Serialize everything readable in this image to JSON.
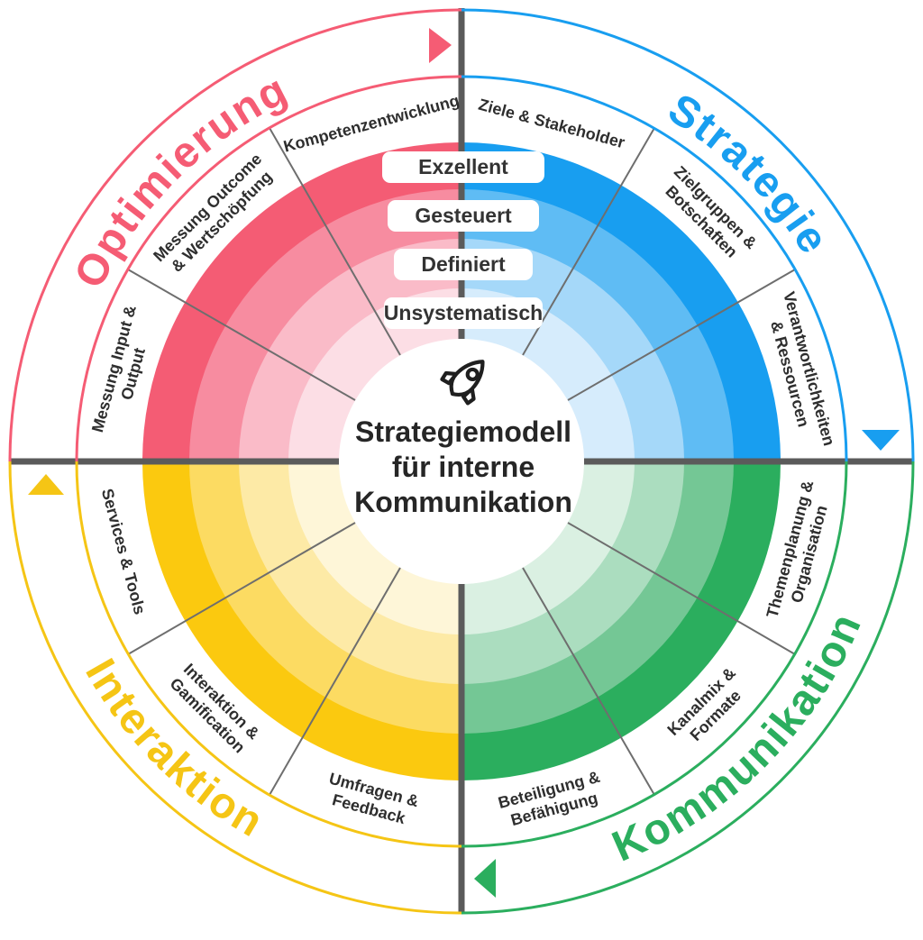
{
  "diagram": {
    "center": {
      "icon": "rocket-icon",
      "title_lines": [
        "Strategiemodell",
        "für interne",
        "Kommunikation"
      ]
    },
    "maturity_levels": [
      {
        "label": "Exzellent"
      },
      {
        "label": "Gesteuert"
      },
      {
        "label": "Definiert"
      },
      {
        "label": "Unsystematisch"
      }
    ],
    "flow_direction": "clockwise",
    "divider": {
      "axis_color": "#5b5b5b",
      "segment_color": "#6e6e6e"
    },
    "quadrants": [
      {
        "name": "Strategie",
        "color": "#189ef0",
        "ring_colors": [
          "#189ef0",
          "#5fbcf4",
          "#a5d8f9",
          "#d6ecfc"
        ],
        "segments": [
          {
            "lines": [
              "Ziele & Stakeholder",
              ""
            ]
          },
          {
            "lines": [
              "Zielgruppen &",
              "Botschaften"
            ]
          },
          {
            "lines": [
              "Verantwortlichkeiten",
              "& Ressourcen"
            ]
          }
        ]
      },
      {
        "name": "Kommunikation",
        "color": "#2bae5e",
        "ring_colors": [
          "#2bae5e",
          "#74c795",
          "#abddbf",
          "#daf0e2"
        ],
        "segments": [
          {
            "lines": [
              "Themenplanung &",
              "Organisation"
            ]
          },
          {
            "lines": [
              "Kanalmix &",
              "Formate"
            ]
          },
          {
            "lines": [
              "Beteiligung &",
              "Befähigung"
            ]
          }
        ]
      },
      {
        "name": "Interaktion",
        "color": "#f5c515",
        "ring_colors": [
          "#fbc90f",
          "#fcdb62",
          "#fdeaa6",
          "#fef6d8"
        ],
        "segments": [
          {
            "lines": [
              "Umfragen &",
              "Feedback"
            ]
          },
          {
            "lines": [
              "Interaktion &",
              "Gamification"
            ]
          },
          {
            "lines": [
              "Services & Tools",
              ""
            ]
          }
        ]
      },
      {
        "name": "Optimierung",
        "color": "#f55c74",
        "ring_colors": [
          "#f45c74",
          "#f78ca0",
          "#fabbc8",
          "#fcdee5"
        ],
        "segments": [
          {
            "lines": [
              "Messung Input &",
              "Output"
            ]
          },
          {
            "lines": [
              "Messung Outcome",
              "& Wertschöpfung"
            ]
          },
          {
            "lines": [
              "Kompetenzentwicklung",
              ""
            ]
          }
        ]
      }
    ]
  }
}
